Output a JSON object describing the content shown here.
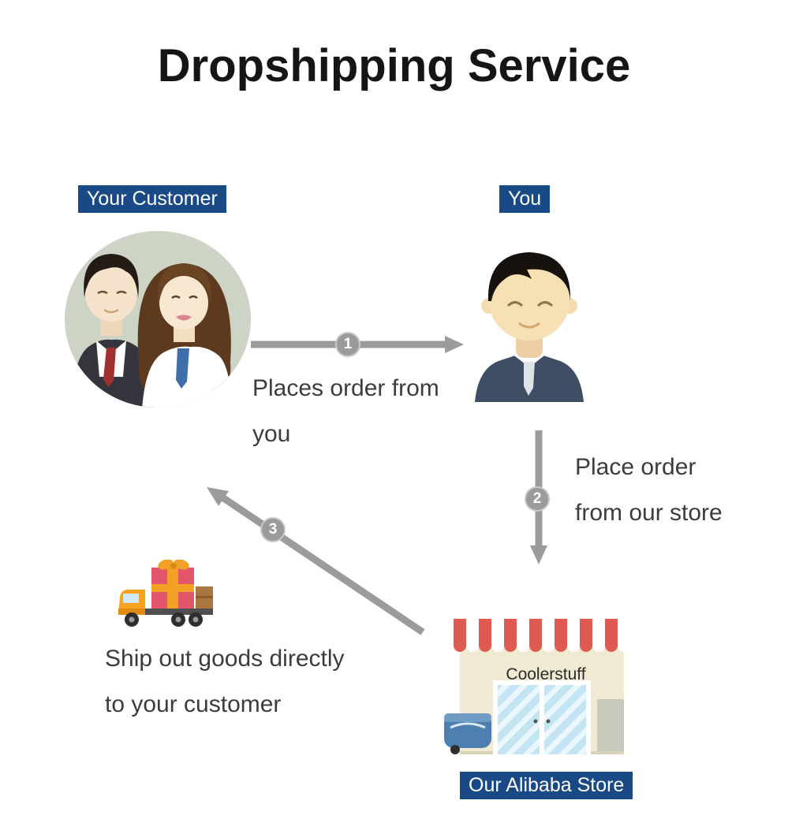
{
  "title": "Dropshipping Service",
  "labels": {
    "customer": "Your Customer",
    "you": "You",
    "store": "Our Alibaba Store"
  },
  "store_sign": "Coolerstuff",
  "steps": [
    {
      "number": "1",
      "lines": [
        "Places order from",
        "you"
      ]
    },
    {
      "number": "2",
      "lines": [
        "Place order",
        "from our store"
      ]
    },
    {
      "number": "3",
      "lines": [
        "Ship out goods directly",
        "to your customer"
      ]
    }
  ],
  "icons": {
    "customer_illustration": "couple-avatar-icon",
    "you_illustration": "man-avatar-icon",
    "store_illustration": "storefront-icon",
    "truck_illustration": "delivery-truck-gift-icon"
  },
  "colors": {
    "label_bg": "#1a4a85",
    "label_text": "#ffffff",
    "arrow": "#9b9b9b",
    "title_text": "#151515",
    "body_text": "#3c3c3c"
  }
}
